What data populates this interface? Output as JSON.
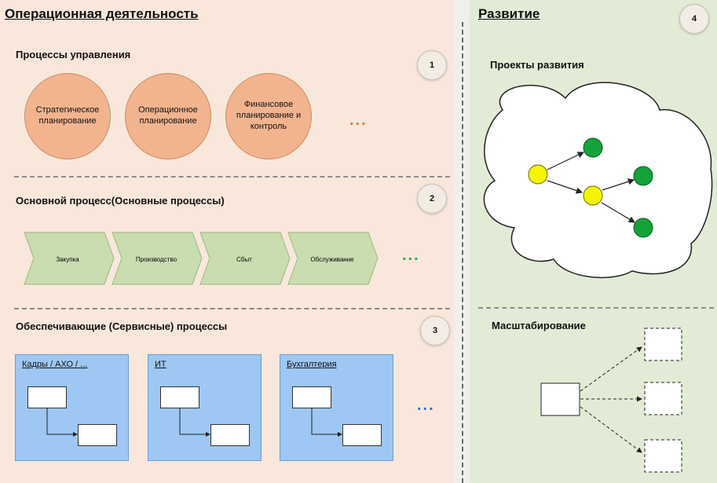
{
  "left": {
    "title": "Операционная деятельность",
    "sections": [
      {
        "title": "Процессы управления",
        "badge": "1",
        "items": [
          "Стратегическое планирование",
          "Операционное планирование",
          "Финансовое планирование и контроль"
        ],
        "more": "..."
      },
      {
        "title": "Основной процесс(Основные процессы)",
        "badge": "2",
        "items": [
          "Закупка",
          "Производство",
          "Сбыт",
          "Обслуживание"
        ],
        "more": "..."
      },
      {
        "title": "Обеспечивающие (Сервисные) процессы",
        "badge": "3",
        "items": [
          "Кадры / АХО / ...",
          "ИТ",
          "Бухгалтерия"
        ],
        "more": "..."
      }
    ]
  },
  "right": {
    "title": "Развитие",
    "badge": "4",
    "projects_title": "Проекты развития",
    "scaling_title": "Масштабирование"
  },
  "colors": {
    "circle": "#f2b48f",
    "chevron": "#c9ddb0",
    "blue_box": "#9ec7f3",
    "node_yellow": "#f5f500",
    "node_green": "#13a33a",
    "dots_orange": "#e0783a",
    "dots_green": "#2aa34a",
    "dots_blue": "#2a6fd6"
  }
}
